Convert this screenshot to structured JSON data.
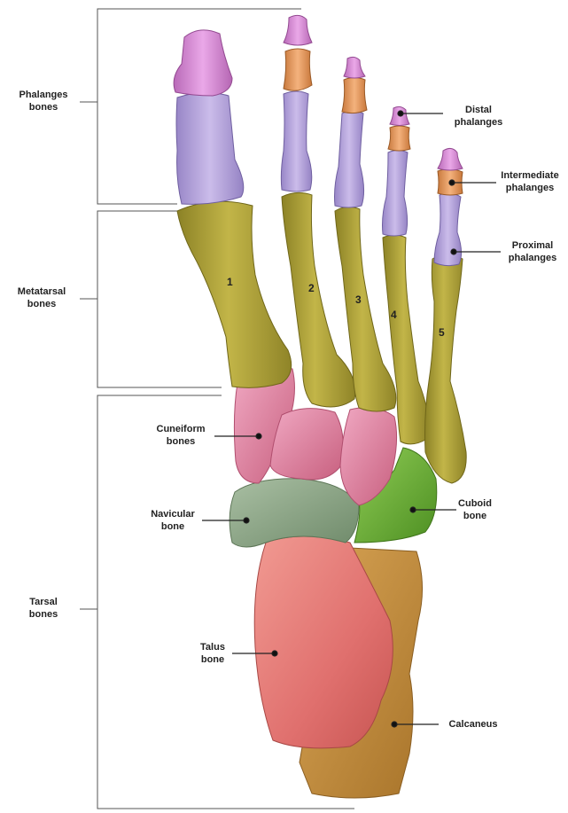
{
  "groups": {
    "phalanges": {
      "line1": "Phalanges",
      "line2": "bones"
    },
    "metatarsal": {
      "line1": "Metatarsal",
      "line2": "bones"
    },
    "tarsal": {
      "line1": "Tarsal",
      "line2": "bones"
    }
  },
  "labels": {
    "distal": {
      "line1": "Distal",
      "line2": "phalanges"
    },
    "intermediate": {
      "line1": "Intermediate",
      "line2": "phalanges"
    },
    "proximal": {
      "line1": "Proximal",
      "line2": "phalanges"
    },
    "cuneiform": {
      "line1": "Cuneiform",
      "line2": "bones"
    },
    "navicular": {
      "line1": "Navicular",
      "line2": "bone"
    },
    "cuboid": {
      "line1": "Cuboid",
      "line2": "bone"
    },
    "talus": {
      "line1": "Talus",
      "line2": "bone"
    },
    "calcaneus": {
      "line1": "Calcaneus",
      "line2": ""
    }
  },
  "metatarsal_numbers": [
    "1",
    "2",
    "3",
    "4",
    "5"
  ],
  "colors": {
    "distal": "#d98fd6",
    "intermediate": "#e89a5c",
    "proximal": "#b9a6dd",
    "metatarsal": "#b3a73a",
    "cuneiform": "#e48aa6",
    "navicular": "#8fa68a",
    "cuboid": "#6dae3c",
    "talus": "#e0706e",
    "calcaneus": "#c8943e"
  }
}
